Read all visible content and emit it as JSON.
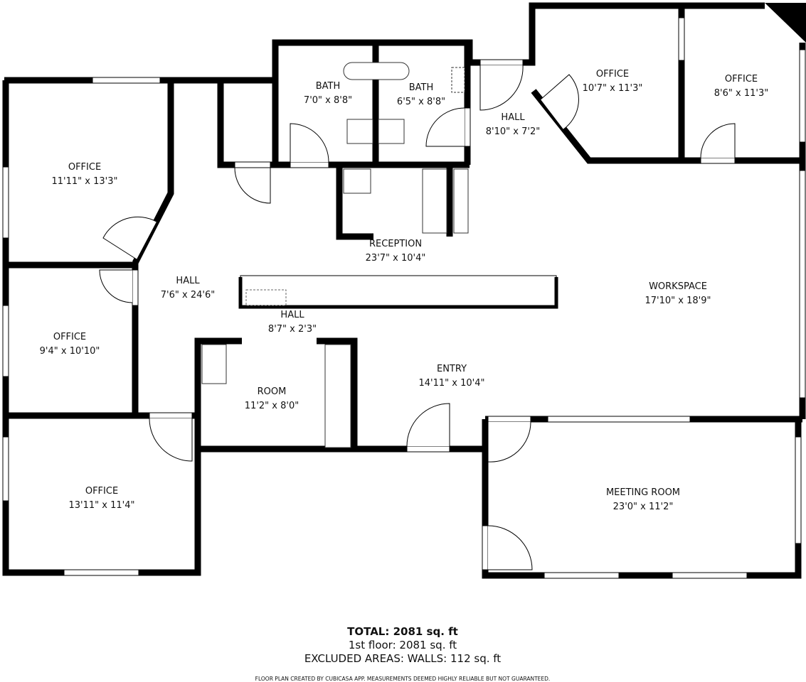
{
  "rooms": [
    {
      "name": "OFFICE",
      "size": "11'11\" x 13'3\""
    },
    {
      "name": "BATH",
      "size": "7'0\" x 8'8\""
    },
    {
      "name": "BATH",
      "size": "6'5\" x 8'8\""
    },
    {
      "name": "HALL",
      "size": "8'10\" x 7'2\""
    },
    {
      "name": "OFFICE",
      "size": "10'7\" x 11'3\""
    },
    {
      "name": "OFFICE",
      "size": "8'6\" x 11'3\""
    },
    {
      "name": "RECEPTION",
      "size": "23'7\" x 10'4\""
    },
    {
      "name": "HALL",
      "size": "7'6\" x 24'6\""
    },
    {
      "name": "WORKSPACE",
      "size": "17'10\" x 18'9\""
    },
    {
      "name": "HALL",
      "size": "8'7\" x 2'3\""
    },
    {
      "name": "OFFICE",
      "size": "9'4\" x 10'10\""
    },
    {
      "name": "ROOM",
      "size": "11'2\" x 8'0\""
    },
    {
      "name": "ENTRY",
      "size": "14'11\" x 10'4\""
    },
    {
      "name": "OFFICE",
      "size": "13'11\" x 11'4\""
    },
    {
      "name": "MEETING ROOM",
      "size": "23'0\" x 11'2\""
    }
  ],
  "summary": {
    "total": "TOTAL: 2081 sq. ft",
    "floor": "1st floor: 2081 sq. ft",
    "excluded": "EXCLUDED AREAS: WALLS: 112 sq. ft"
  },
  "disclaimer": "FLOOR PLAN CREATED BY CUBICASA APP. MEASUREMENTS DEEMED HIGHLY RELIABLE BUT NOT GUARANTEED.",
  "colors": {
    "wall": "#000000",
    "background": "#ffffff"
  }
}
